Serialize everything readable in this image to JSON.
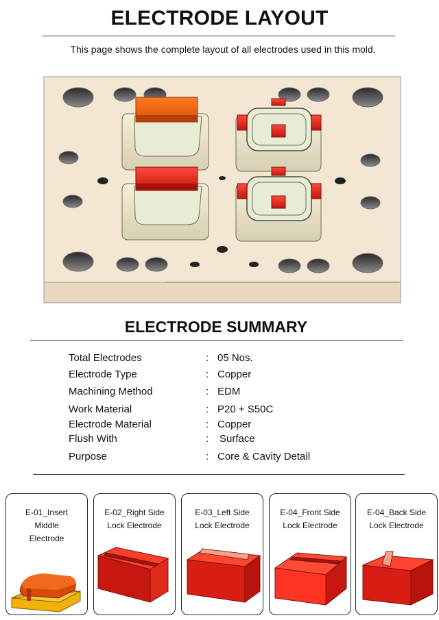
{
  "header": {
    "title": "ELECTRODE LAYOUT",
    "subtitle": "This page shows the complete layout of all electrodes used in this mold."
  },
  "summary": {
    "title": "ELECTRODE SUMMARY",
    "rows": [
      {
        "key": "Total Electrodes",
        "sep": ":",
        "value": "05 Nos."
      },
      {
        "key": "Electrode Type",
        "sep": ":",
        "value": "Copper"
      },
      {
        "key": "Machining Method",
        "sep": ":",
        "value": "EDM"
      },
      {
        "key": "Work Material",
        "sep": ":",
        "value": "P20 + S50C"
      },
      {
        "key": "Electrode Material",
        "sep": ":",
        "value": "Copper"
      },
      {
        "key": "Flush With",
        "sep": ":",
        "value": "Surface"
      },
      {
        "key": "Purpose",
        "sep": ":",
        "value": "Core & Cavity Detail"
      }
    ]
  },
  "electrodes": [
    {
      "label_line1": "E-01_Insert",
      "label_line2": "Middle",
      "label_line3": "Electrode"
    },
    {
      "label_line1": "E-02_Right Side",
      "label_line2": "Lock Electrode"
    },
    {
      "label_line1": "E-03_Left Side",
      "label_line2": "Lock Electrode"
    },
    {
      "label_line1": "E-04_Front Side",
      "label_line2": "Lock Electrode"
    },
    {
      "label_line1": "E-04_Back Side",
      "label_line2": "Lock Electrode"
    }
  ],
  "colors": {
    "plate": "#f3e6d3",
    "electrode_red": "#e0231c",
    "electrode_orange": "#f06010",
    "insert_yellow": "#f2b10a"
  }
}
